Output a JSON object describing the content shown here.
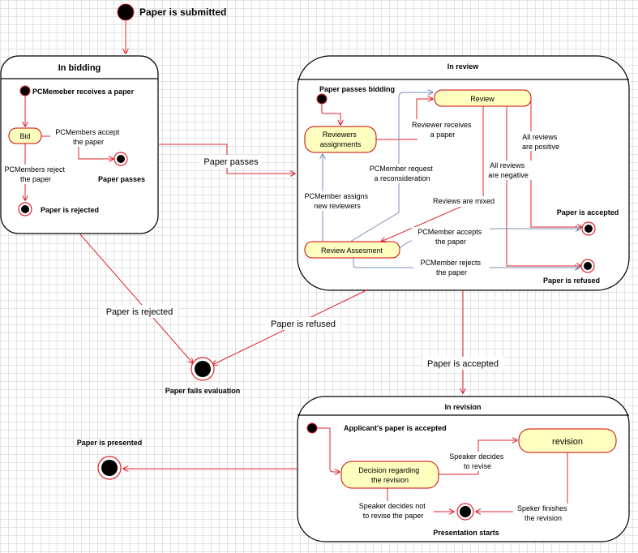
{
  "initial": {
    "label": "Paper is submitted"
  },
  "bidding": {
    "title": "In bidding",
    "start_label": "PCMemeber receives a paper",
    "bid_state": "Bid",
    "accept_label": [
      "PCMembers accept",
      "the paper"
    ],
    "reject_label": [
      "PCMembers reject",
      "the paper"
    ],
    "passes_end": "Paper passes",
    "rejected_end": "Paper is rejected"
  },
  "review": {
    "title": "In review",
    "start_label": "Paper passes bidding",
    "review_state": "Review",
    "assign_state": [
      "Reviewers",
      "assignments"
    ],
    "assessment_state": "Review Assesment",
    "receives_label": [
      "Reviewer receives",
      "a paper"
    ],
    "reconsider_label": [
      "PCMember request",
      "a reconsideration"
    ],
    "assigns_new_label": [
      "PCMember assigns",
      "new reviewers"
    ],
    "positive_label": [
      "All reviews",
      "are positive"
    ],
    "negative_label": [
      "All reviews",
      "are negative"
    ],
    "mixed_label": "Reviews are mixed",
    "pc_accepts_label": [
      "PCMember accepts",
      "the paper"
    ],
    "pc_rejects_label": [
      "PCMember rejects",
      "the paper"
    ],
    "accepted_end": "Paper is accepted",
    "refused_end": "Paper is refused"
  },
  "transitions": {
    "passes": "Paper passes",
    "rejected": "Paper is rejected",
    "refused": "Paper is refused",
    "accepted": "Paper is accepted"
  },
  "fail_end": "Paper fails evaluation",
  "presented_end": "Paper is presented",
  "revision": {
    "title": "In revision",
    "start_label": "Applicant's paper is accepted",
    "decision_state": [
      "Decision regarding",
      "the revision"
    ],
    "revision_state": "revision",
    "decides_label": [
      "Speaker decides",
      "to revise"
    ],
    "decides_not_label": [
      "Speaker decides not",
      "to revise the paper"
    ],
    "finishes_label": [
      "Speker finishes",
      "the revision"
    ],
    "presentation_end": "Presentation starts"
  },
  "colors": {
    "line_red": "#e0232b",
    "line_blue": "#7b8cb5",
    "state_fill": "#ffffc0",
    "state_stroke": "#cc0000"
  }
}
